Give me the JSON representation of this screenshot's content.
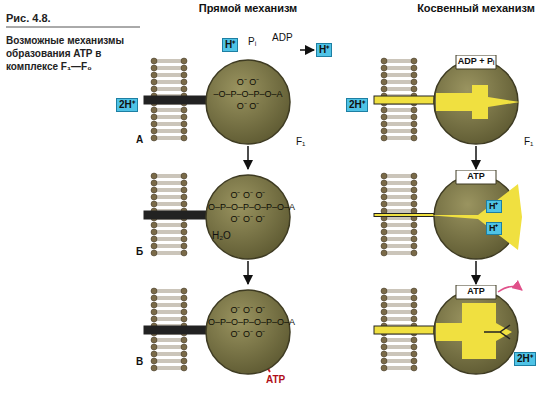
{
  "diagram": {
    "title": "Рис. 4.8.",
    "caption": "Возможные механизмы образования ATP в комплексе F₁—F₀",
    "nodes": [
      {
        "text": [
          "O⁻ O⁻",
          "–O–P–O–P–O–A",
          "O⁻ O⁻"
        ]
      },
      {
        "text": [
          "O⁻ O⁻ O⁻",
          "O–P–O–P–O–P–O–A",
          "O⁻ O⁻ O⁻"
        ]
      },
      {
        "text": [
          "O⁻ O⁻ O⁻",
          "O–P–O–P–O–P–O–A",
          "O⁻ O⁻ O⁻"
        ]
      },
      {
        "text": [
          "ADP + Pᵢ"
        ]
      },
      {
        "text": [
          "ATP",
          "H⁺",
          "H⁺"
        ]
      },
      {
        "text": [
          "ATP"
        ]
      }
    ],
    "edges": [
      {
        "from": 0,
        "to": 1,
        "arrow": "to"
      },
      {
        "from": 1,
        "to": 2,
        "arrow": "to"
      },
      {
        "from": 3,
        "to": 4,
        "arrow": "to"
      },
      {
        "from": 4,
        "to": 5,
        "arrow": "to"
      }
    ],
    "labels": [
      "Прямой механизм",
      "Косвенный механизм",
      "A",
      "Б",
      "В",
      "H⁺",
      "Pᵢ",
      "ADP",
      "H⁺",
      "2H⁺",
      "F₁",
      "H₂O",
      "ATP",
      "2H⁺",
      "F₁",
      "2H⁺"
    ]
  }
}
